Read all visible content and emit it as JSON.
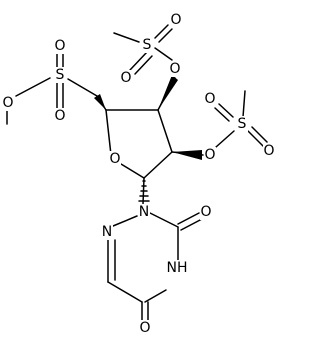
{
  "molecule": {
    "atoms": {
      "o_methyl_ester": "O",
      "s_sulfonate": "S",
      "o_sulfonate_top": "O",
      "o_sulfonate_bottom": "O",
      "o_mesyl_top_ring": "O",
      "s_mesyl_top": "S",
      "o_mesyl_top_left": "O",
      "o_mesyl_top_right": "O",
      "o_mesyl_mid_ring": "O",
      "s_mesyl_mid": "S",
      "o_mesyl_mid_top": "O",
      "o_mesyl_mid_bottom": "O",
      "o_furanose_ring": "O",
      "n_triazine_1": "N",
      "n_triazine_2": "N",
      "o_carbonyl_top": "O",
      "nh_triazine": "NH",
      "o_carbonyl_bottom": "O"
    }
  }
}
